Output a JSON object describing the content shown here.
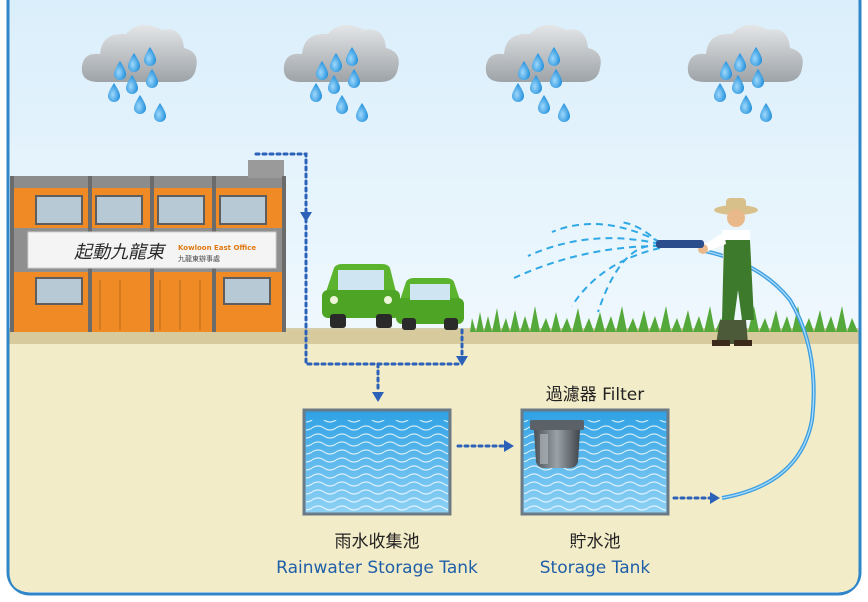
{
  "labels": {
    "filter": "過濾器 Filter",
    "rain_tank_zh": "雨水收集池",
    "rain_tank_en": "Rainwater Storage Tank",
    "storage_tank_zh": "貯水池",
    "storage_tank_en": "Storage Tank"
  },
  "sign": {
    "brand": "起動九龍東",
    "office_en": "Kowloon East Office",
    "office_zh": "九龍東辦事處"
  },
  "colors": {
    "frame": "#2e86c8",
    "sky_top": "#d6ecf9",
    "ground": "#f3ecc8",
    "water": "#3aa7e6",
    "arrow": "#2b62b8",
    "label": "#1f5fa8",
    "building": "#ef8a24",
    "car": "#5cb42e",
    "grass": "#55a83a"
  },
  "icons": [
    "rain-cloud-icon",
    "building",
    "car",
    "filter-icon",
    "gardener",
    "hose"
  ]
}
